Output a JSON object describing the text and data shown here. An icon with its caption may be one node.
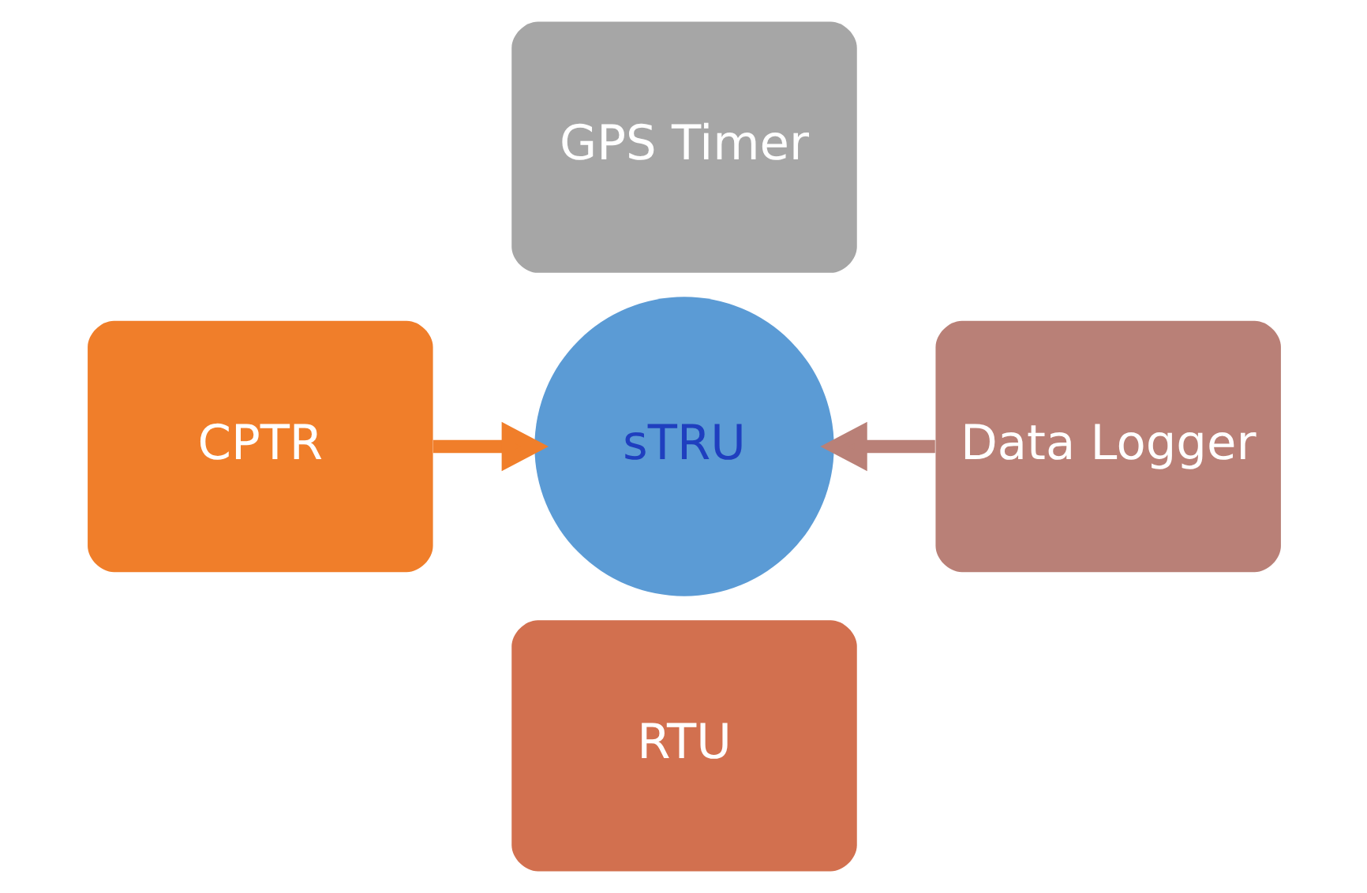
{
  "diagram": {
    "nodes": [
      {
        "text": [
          "RTU"
        ]
      },
      {
        "text": [
          "CPTR"
        ]
      },
      {
        "text": [
          "sTRU"
        ]
      },
      {
        "text": [
          "Data Logger"
        ]
      },
      {
        "text": [
          "GPS Timer"
        ]
      }
    ],
    "edges": [
      {
        "from": 1,
        "to": 2,
        "arrow": "to",
        "color": "#f07e2a"
      },
      {
        "from": 3,
        "to": 2,
        "arrow": "to",
        "color": "#b98077"
      }
    ]
  }
}
